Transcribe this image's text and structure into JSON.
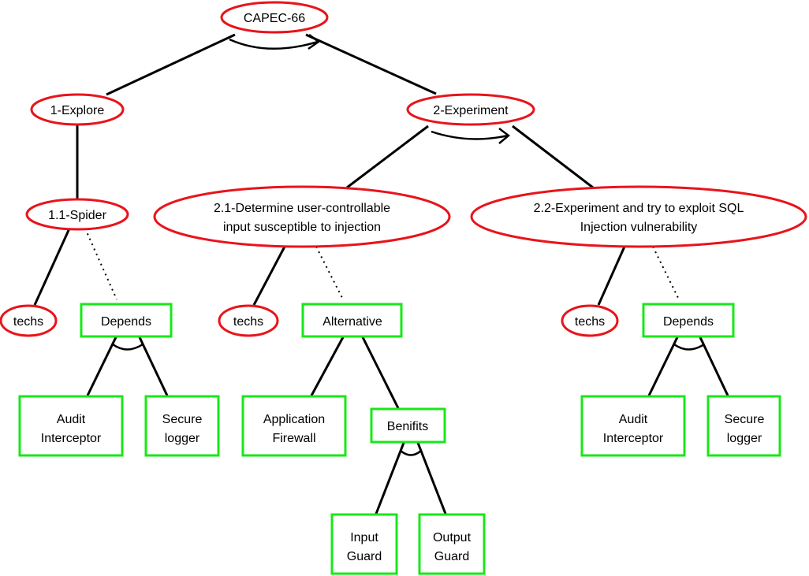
{
  "colors": {
    "goal_border": "#e8141b",
    "counter_border": "#17e817",
    "edge": "#000000"
  },
  "nodes": {
    "root": {
      "lines": [
        "CAPEC-66"
      ]
    },
    "explore": {
      "lines": [
        "1-Explore"
      ]
    },
    "experiment": {
      "lines": [
        "2-Experiment"
      ]
    },
    "spider": {
      "lines": [
        "1.1-Spider"
      ]
    },
    "determine": {
      "lines": [
        "2.1-Determine user-controllable",
        "input susceptible to injection"
      ]
    },
    "exploit": {
      "lines": [
        "2.2-Experiment and try to exploit SQL",
        "Injection vulnerability"
      ]
    },
    "techs_1": {
      "lines": [
        "techs"
      ]
    },
    "techs_2": {
      "lines": [
        "techs"
      ]
    },
    "techs_3": {
      "lines": [
        "techs"
      ]
    },
    "depends_1": {
      "lines": [
        "Depends"
      ]
    },
    "alternative": {
      "lines": [
        "Alternative"
      ]
    },
    "depends_2": {
      "lines": [
        "Depends"
      ]
    },
    "audit_1": {
      "lines": [
        "Audit",
        "Interceptor"
      ]
    },
    "secure_1": {
      "lines": [
        "Secure",
        "logger"
      ]
    },
    "app_firewall": {
      "lines": [
        "Application",
        "Firewall"
      ]
    },
    "benifits": {
      "lines": [
        "Benifits"
      ]
    },
    "input_guard": {
      "lines": [
        "Input",
        "Guard"
      ]
    },
    "output_guard": {
      "lines": [
        "Output",
        "Guard"
      ]
    },
    "audit_2": {
      "lines": [
        "Audit",
        "Interceptor"
      ]
    },
    "secure_2": {
      "lines": [
        "Secure",
        "logger"
      ]
    }
  }
}
